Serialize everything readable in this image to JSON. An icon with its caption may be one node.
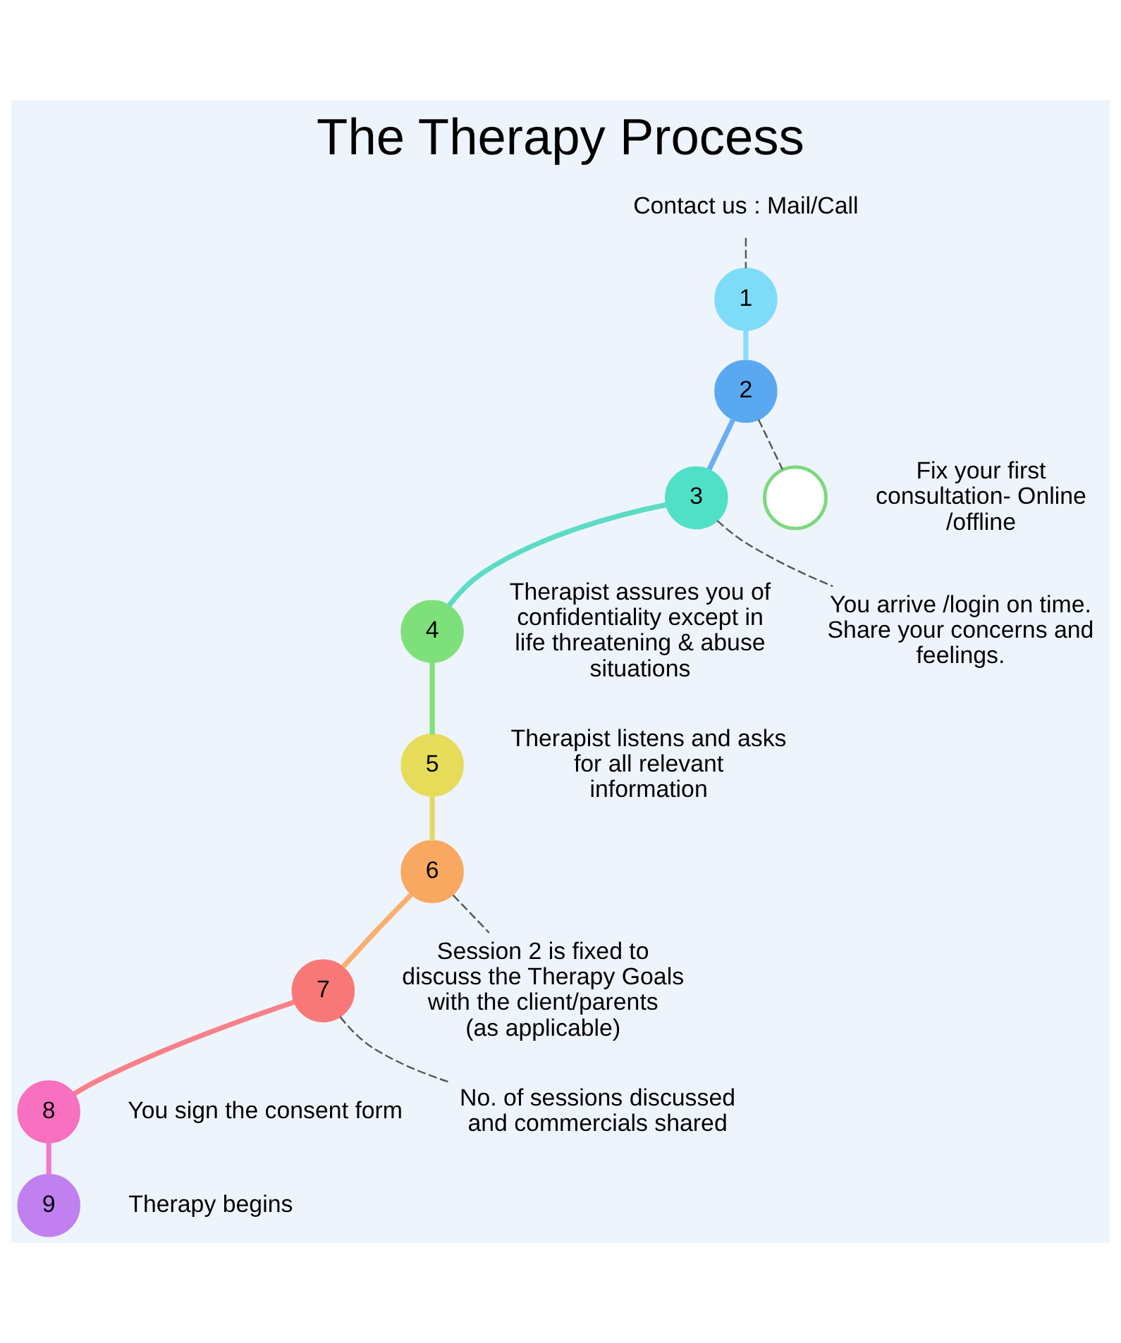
{
  "diagram": {
    "title": "The Therapy Process",
    "nodes": [
      {
        "text": [
          "Contact us : Mail/Call"
        ]
      },
      {
        "text": [
          "1"
        ]
      },
      {
        "text": [
          "2"
        ]
      },
      {
        "text": [
          "3"
        ]
      },
      {
        "text": [
          "4"
        ],
        "beside": [
          "Therapist assures you of confidentiality except in life threatening & abuse situations"
        ]
      },
      {
        "text": [
          "5"
        ],
        "beside": [
          "Therapist listens and asks for all relevant information"
        ]
      },
      {
        "text": [
          "6"
        ]
      },
      {
        "text": [
          "7"
        ]
      },
      {
        "text": [
          "8"
        ],
        "beside": [
          "You sign the consent form"
        ]
      },
      {
        "text": [
          "9"
        ],
        "beside": [
          "Therapy begins"
        ]
      },
      {
        "text": [],
        "shape": "circle",
        "beside": [
          "Fix your first consultation- Online /offline"
        ]
      },
      {
        "text": [
          "You arrive /login on time. Share your concerns and feelings."
        ]
      },
      {
        "text": [
          "Session 2 is fixed to discuss the Therapy Goals with the client/parents (as applicable)"
        ]
      },
      {
        "text": [
          "No. of sessions discussed and commercials shared"
        ]
      }
    ],
    "edges": [
      {
        "from": 0,
        "to": 1,
        "arrow": "none",
        "style": "dashed",
        "color": "#555555"
      },
      {
        "from": 1,
        "to": 2,
        "arrow": "none",
        "color": "#8adcf8"
      },
      {
        "from": 2,
        "to": 3,
        "arrow": "none",
        "color": "#6aaef0"
      },
      {
        "from": 3,
        "to": 4,
        "arrow": "none",
        "color": "#5cdcc4"
      },
      {
        "from": 4,
        "to": 5,
        "arrow": "none",
        "color": "#84e078"
      },
      {
        "from": 5,
        "to": 6,
        "arrow": "none",
        "color": "#e2da60"
      },
      {
        "from": 6,
        "to": 7,
        "arrow": "none",
        "color": "#f8b070"
      },
      {
        "from": 7,
        "to": 8,
        "arrow": "none",
        "color": "#f88088"
      },
      {
        "from": 8,
        "to": 9,
        "arrow": "none",
        "color": "#f07ad0"
      },
      {
        "from": 2,
        "to": 10,
        "arrow": "none",
        "style": "dashed",
        "color": "#555555"
      },
      {
        "from": 3,
        "to": 11,
        "arrow": "none",
        "style": "dashed",
        "color": "#555555"
      },
      {
        "from": 6,
        "to": 12,
        "arrow": "none",
        "style": "dashed",
        "color": "#555555"
      },
      {
        "from": 7,
        "to": 13,
        "arrow": "none",
        "style": "dashed",
        "color": "#555555"
      }
    ]
  }
}
